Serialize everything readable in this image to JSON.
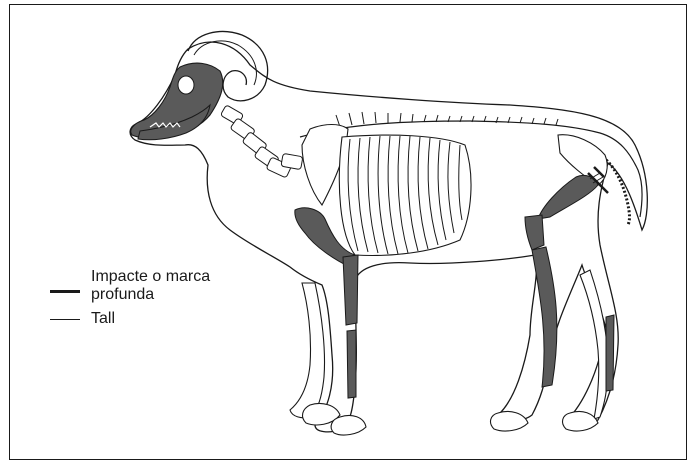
{
  "legend": {
    "items": [
      {
        "line_weight": "thick",
        "label": "Impacte o marca\nprofunda"
      },
      {
        "line_weight": "thin",
        "label": "Tall"
      }
    ]
  },
  "colors": {
    "bone_fill": "#5a5a5a",
    "outline": "#1a1a1a",
    "background": "#ffffff"
  }
}
